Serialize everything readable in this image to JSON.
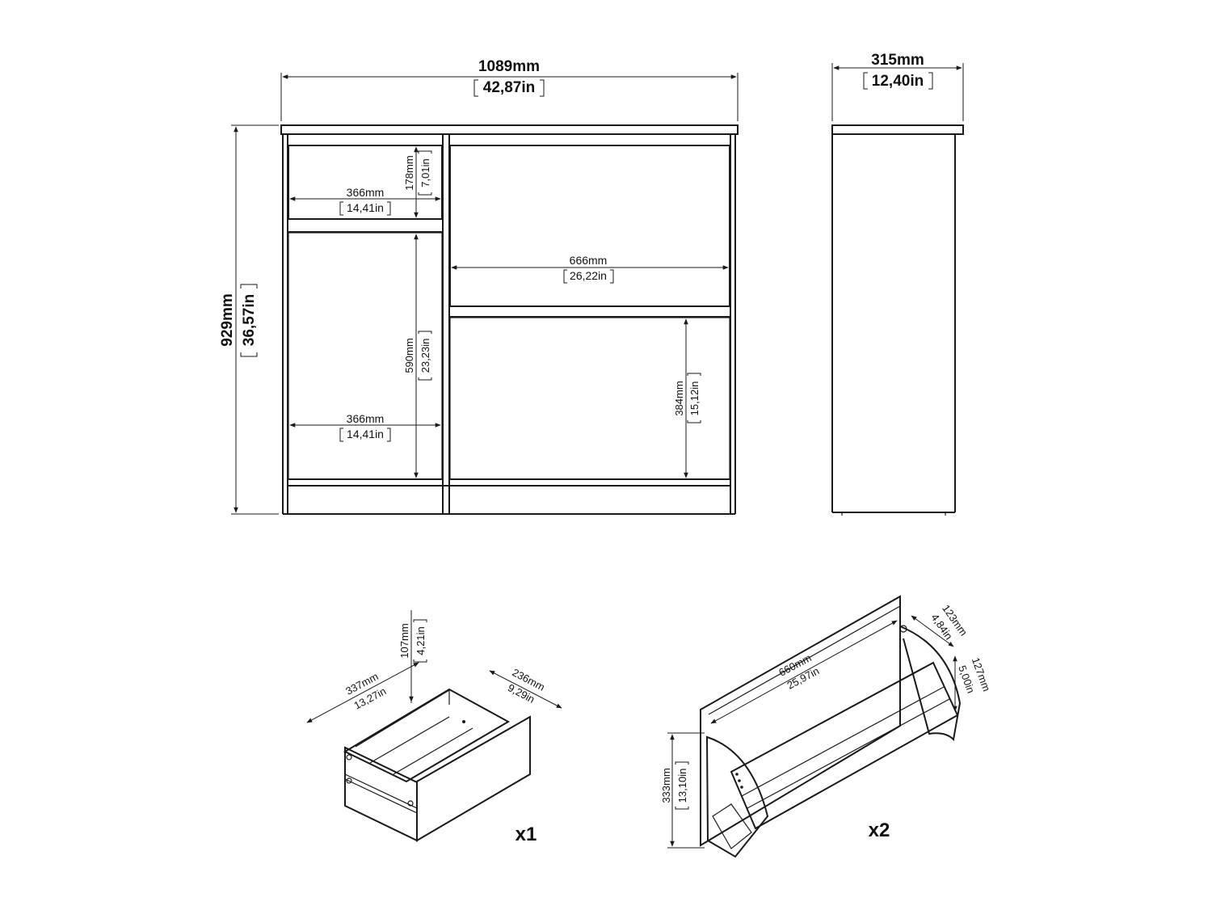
{
  "front": {
    "overall_width": {
      "mm": "1089mm",
      "in": "42,87in"
    },
    "overall_height": {
      "mm": "929mm",
      "in": "36,57in"
    },
    "small_compartment_height": {
      "mm": "178mm",
      "in": "7,01in"
    },
    "small_compartment_width": {
      "mm": "366mm",
      "in": "14,41in"
    },
    "left_compartment_height": {
      "mm": "590mm",
      "in": "23,23in"
    },
    "left_compartment_width": {
      "mm": "366mm",
      "in": "14,41in"
    },
    "right_compartment_width": {
      "mm": "666mm",
      "in": "26,22in"
    },
    "right_lower_height": {
      "mm": "384mm",
      "in": "15,12in"
    }
  },
  "side": {
    "depth": {
      "mm": "315mm",
      "in": "12,40in"
    }
  },
  "drawer": {
    "height": {
      "mm": "107mm",
      "in": "4,21in"
    },
    "length": {
      "mm": "337mm",
      "in": "13,27in"
    },
    "width": {
      "mm": "236mm",
      "in": "9,29in"
    },
    "quantity": "x1"
  },
  "shoe_flap": {
    "width": {
      "mm": "660mm",
      "in": "25,97in"
    },
    "top_depth": {
      "mm": "123mm",
      "in": "4,84in"
    },
    "side_depth": {
      "mm": "127mm",
      "in": "5,00in"
    },
    "height": {
      "mm": "333mm",
      "in": "13,10in"
    },
    "quantity": "x2"
  }
}
